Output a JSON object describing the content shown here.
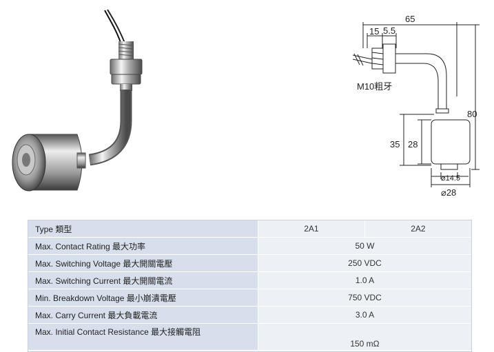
{
  "drawing": {
    "dim_top_total": "65",
    "dim_15": "15",
    "dim_5_5": "5.5",
    "thread_label": "M10粗牙",
    "dim_80": "80",
    "dim_35": "35",
    "dim_28_h": "28",
    "dim_dia_14_5": "⌀14.5",
    "dim_dia_28": "⌀28"
  },
  "table": {
    "header": {
      "label": "Type 類型",
      "col1": "2A1",
      "col2": "2A2"
    },
    "rows": [
      {
        "label": "Max. Contact Rating  最大功率",
        "value": "50 W"
      },
      {
        "label": "Max. Switching Voltage  最大開關電壓",
        "value": "250 VDC"
      },
      {
        "label": "Max. Switching Current  最大開關電流",
        "value": "1.0  A"
      },
      {
        "label": "Min. Breakdown Voltage  最小崩潰電壓",
        "value": "750  VDC"
      },
      {
        "label": "Max. Carry Current  最大負載電流",
        "value": "3.0 A"
      },
      {
        "label": "Max. Initial Contact Resistance  最大接觸電阻",
        "value": "150 mΩ"
      }
    ]
  }
}
